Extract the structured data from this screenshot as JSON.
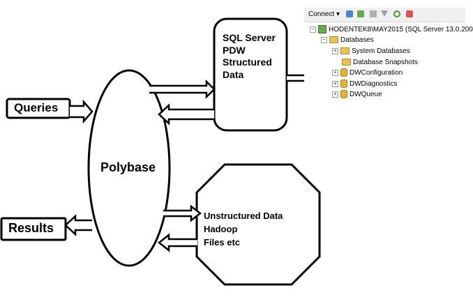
{
  "labels": {
    "queries": "Queries",
    "results": "Results",
    "polybase": "Polybase",
    "sql_lines": [
      "SQL Server",
      "PDW",
      "Structured",
      "Data"
    ],
    "hadoop_lines": [
      "Unstructured Data",
      "Hadoop",
      "Files etc"
    ]
  },
  "ssms": {
    "connect": "Connect",
    "connect_arrow": "▾",
    "server": "HODENTEK8\\MAY2015 (SQL Server 13.0.200",
    "databases": "Databases",
    "system_databases": "System Databases",
    "database_snapshots": "Database Snapshots",
    "dbs": [
      "DWConfiguration",
      "DWDiagnostics",
      "DWQueue"
    ]
  },
  "colors": {
    "stroke": "#000000",
    "background": "#ffffff",
    "folder": "#e8c35c",
    "database": "#e0b33a",
    "server": "#6aa84f"
  }
}
